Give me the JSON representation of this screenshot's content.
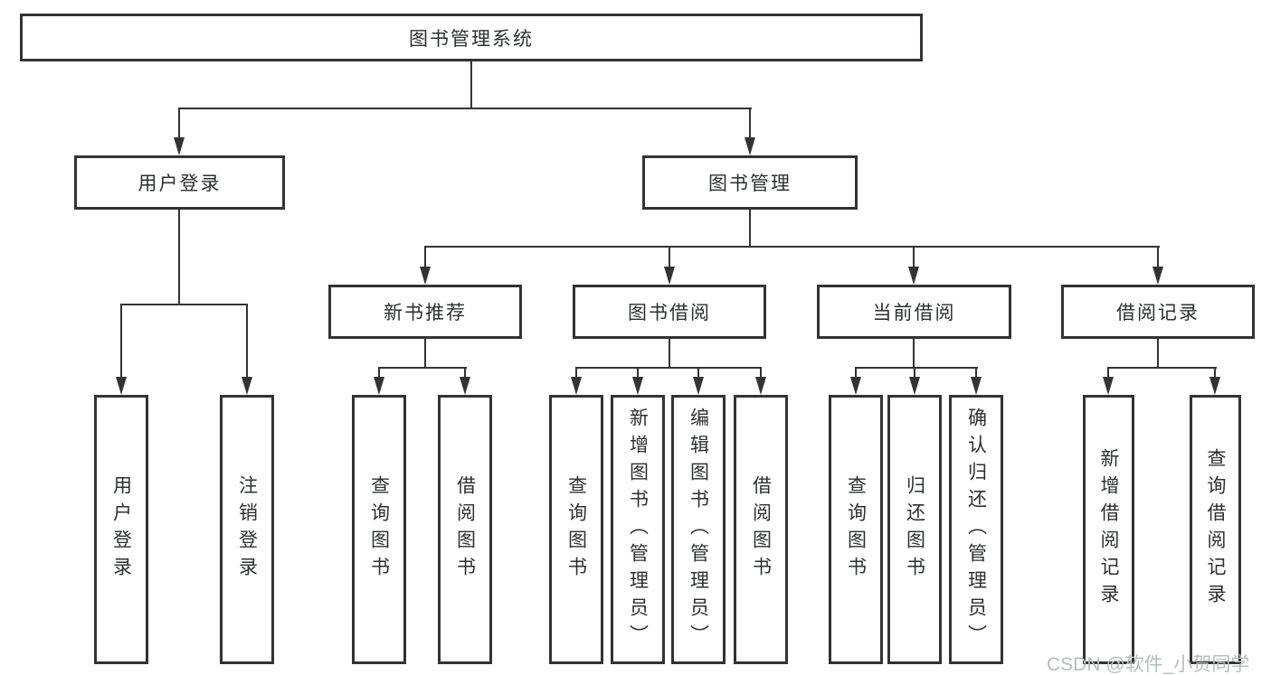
{
  "root": {
    "label": "图书管理系统"
  },
  "level2": [
    {
      "label": "用户登录"
    },
    {
      "label": "图书管理"
    }
  ],
  "level3": [
    {
      "label": "新书推荐"
    },
    {
      "label": "图书借阅"
    },
    {
      "label": "当前借阅"
    },
    {
      "label": "借阅记录"
    }
  ],
  "leaves": {
    "user_login": [
      {
        "label": "用户登录"
      },
      {
        "label": "注销登录"
      }
    ],
    "new_books": [
      {
        "label": "查询图书"
      },
      {
        "label": "借阅图书"
      }
    ],
    "book_borrow": [
      {
        "label": "查询图书"
      },
      {
        "label": "新增图书（管理员）"
      },
      {
        "label": "编辑图书（管理员）"
      },
      {
        "label": "借阅图书"
      }
    ],
    "current_borrow": [
      {
        "label": "查询图书"
      },
      {
        "label": "归还图书"
      },
      {
        "label": "确认归还（管理员）"
      }
    ],
    "borrow_records": [
      {
        "label": "新增借阅记录"
      },
      {
        "label": "查询借阅记录"
      }
    ]
  },
  "watermark": {
    "text": "CSDN @软件_小贺同学"
  },
  "colors": {
    "line": "#333333",
    "background": "#ffffff",
    "watermark": "#b9bcc0"
  }
}
